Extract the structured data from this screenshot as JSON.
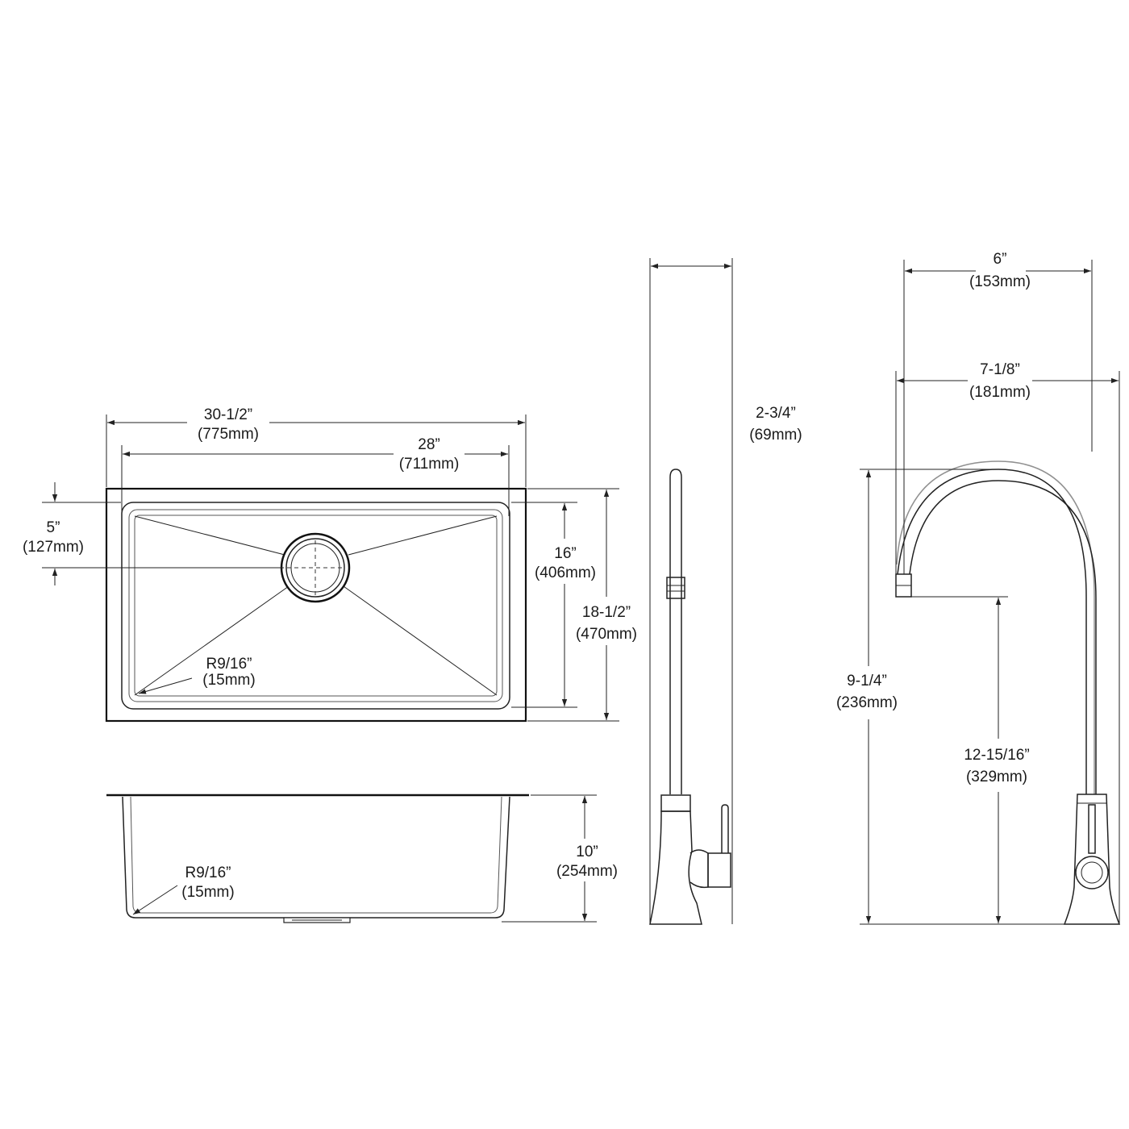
{
  "sink_top_view": {
    "overall_width": {
      "in": "30-1/2”",
      "mm": "(775mm)"
    },
    "bowl_width": {
      "in": "28”",
      "mm": "(711mm)"
    },
    "drain_offset": {
      "in": "5”",
      "mm": "(127mm)"
    },
    "bowl_depth": {
      "in": "16”",
      "mm": "(406mm)"
    },
    "overall_depth": {
      "in": "18-1/2”",
      "mm": "(470mm)"
    },
    "corner_radius": {
      "in": "R9/16”",
      "mm": "(15mm)"
    }
  },
  "sink_side_view": {
    "bowl_height": {
      "in": "10”",
      "mm": "(254mm)"
    },
    "corner_radius": {
      "in": "R9/16”",
      "mm": "(15mm)"
    }
  },
  "faucet_side_view": {
    "base_depth": {
      "in": "2-3/4”",
      "mm": "(69mm)"
    }
  },
  "faucet_front_view": {
    "overall_reach": {
      "in": "7-1/8”",
      "mm": "(181mm)"
    },
    "spout_reach": {
      "in": "6”",
      "mm": "(153mm)"
    },
    "overall_height": {
      "in": "9-1/4”",
      "mm": "(236mm)"
    },
    "spout_height": {
      "in": "12-15/16”",
      "mm": "(329mm)"
    }
  }
}
